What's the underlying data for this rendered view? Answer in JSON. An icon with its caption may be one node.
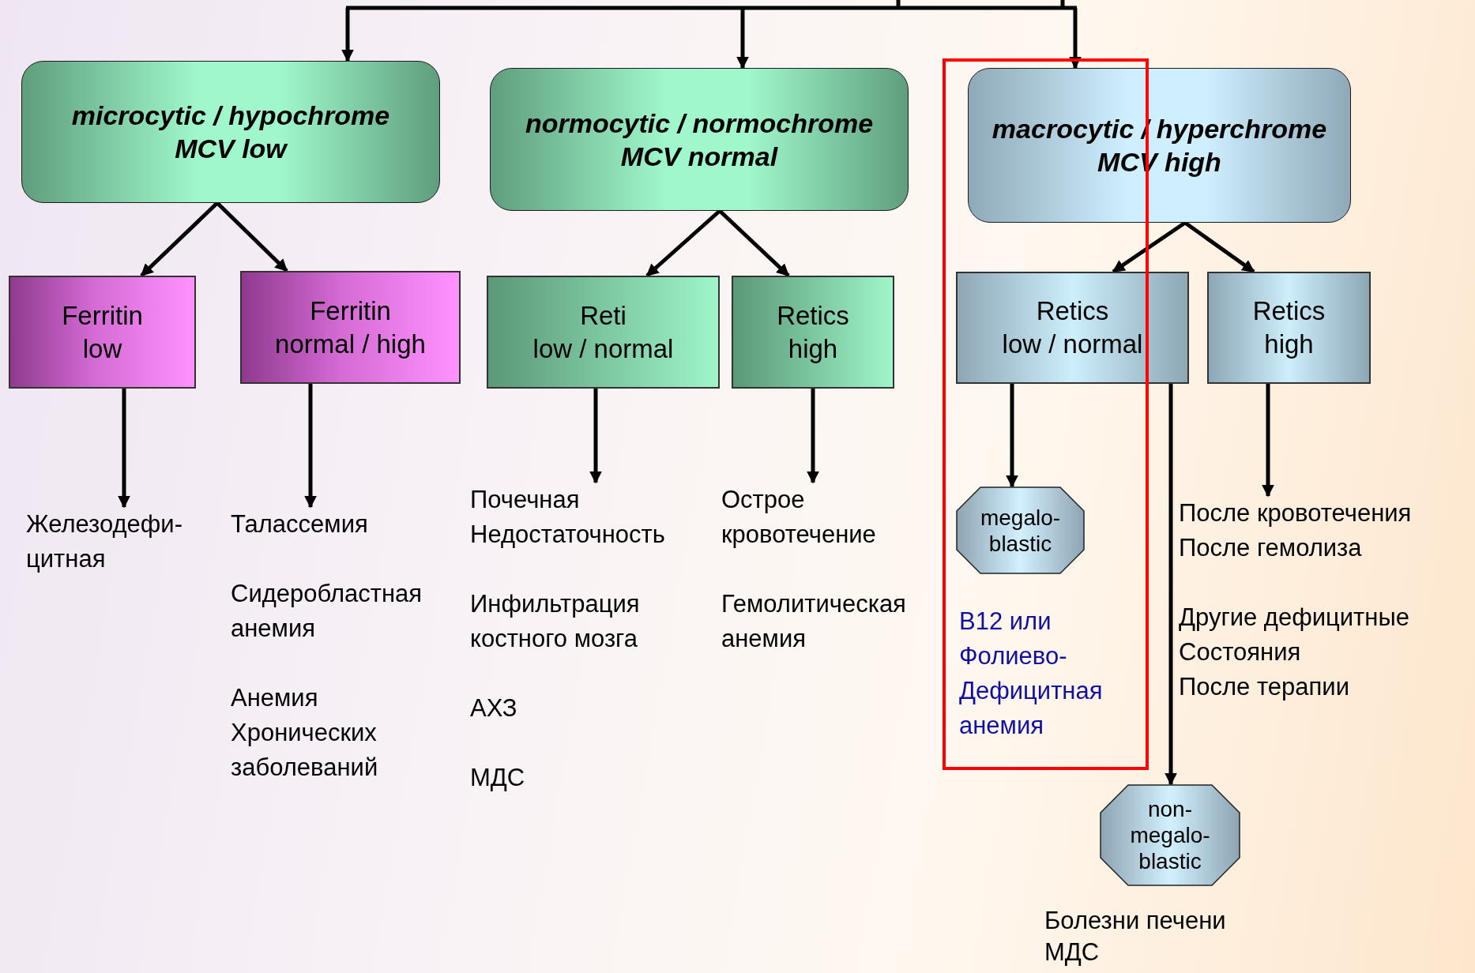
{
  "diagram": {
    "nodes": [
      {
        "text": [
          "microcytic / hypochrome",
          "MCV low"
        ]
      },
      {
        "text": [
          "normocytic / normochrome",
          "MCV normal"
        ]
      },
      {
        "text": [
          "macrocytic / hyperchrome",
          "MCV high"
        ]
      },
      {
        "text": [
          "Ferritin",
          "low"
        ]
      },
      {
        "text": [
          "Ferritin",
          "normal / high"
        ]
      },
      {
        "text": [
          "Reti",
          "low / normal"
        ]
      },
      {
        "text": [
          "Retics",
          "high"
        ]
      },
      {
        "text": [
          "Retics",
          "low / normal"
        ]
      },
      {
        "text": [
          "Retics",
          "high"
        ]
      },
      {
        "text": [
          "Железодефи- цитная"
        ]
      },
      {
        "text": [
          "Талассемия",
          "Сидеробластная анемия",
          "Анемия Хронических заболеваний"
        ]
      },
      {
        "text": [
          "Почечная Недостаточность",
          "Инфильтрация костного мозга",
          "АХЗ",
          "МДС"
        ]
      },
      {
        "text": [
          "Острое кровотечение",
          "Гемолитическая анемия"
        ]
      },
      {
        "text": [
          "megalo- blastic"
        ],
        "beside": [
          "B12 или Фолиево- Дефицитная анемия"
        ]
      },
      {
        "text": [
          "После кровотечения",
          "После гемолиза",
          "Другие дефицитные Состояния",
          "После терапии"
        ]
      },
      {
        "text": [
          "non- megalo- blastic"
        ],
        "beside": [
          "Болезни печени",
          "МДС"
        ]
      }
    ],
    "edges": [
      {
        "from": null,
        "to": 0,
        "arrow": "to"
      },
      {
        "from": null,
        "to": 1,
        "arrow": "to"
      },
      {
        "from": null,
        "to": 2,
        "arrow": "to"
      },
      {
        "from": 0,
        "to": 3,
        "arrow": "to"
      },
      {
        "from": 0,
        "to": 4,
        "arrow": "to"
      },
      {
        "from": 1,
        "to": 5,
        "arrow": "to"
      },
      {
        "from": 1,
        "to": 6,
        "arrow": "to"
      },
      {
        "from": 2,
        "to": 7,
        "arrow": "to"
      },
      {
        "from": 2,
        "to": 8,
        "arrow": "to"
      },
      {
        "from": 3,
        "to": 9,
        "arrow": "to"
      },
      {
        "from": 4,
        "to": 10,
        "arrow": "to"
      },
      {
        "from": 5,
        "to": 11,
        "arrow": "to"
      },
      {
        "from": 6,
        "to": 12,
        "arrow": "to"
      },
      {
        "from": 7,
        "to": 13,
        "arrow": "to"
      },
      {
        "from": 7,
        "to": 15,
        "arrow": "to"
      },
      {
        "from": 8,
        "to": 14,
        "arrow": "to"
      }
    ]
  }
}
